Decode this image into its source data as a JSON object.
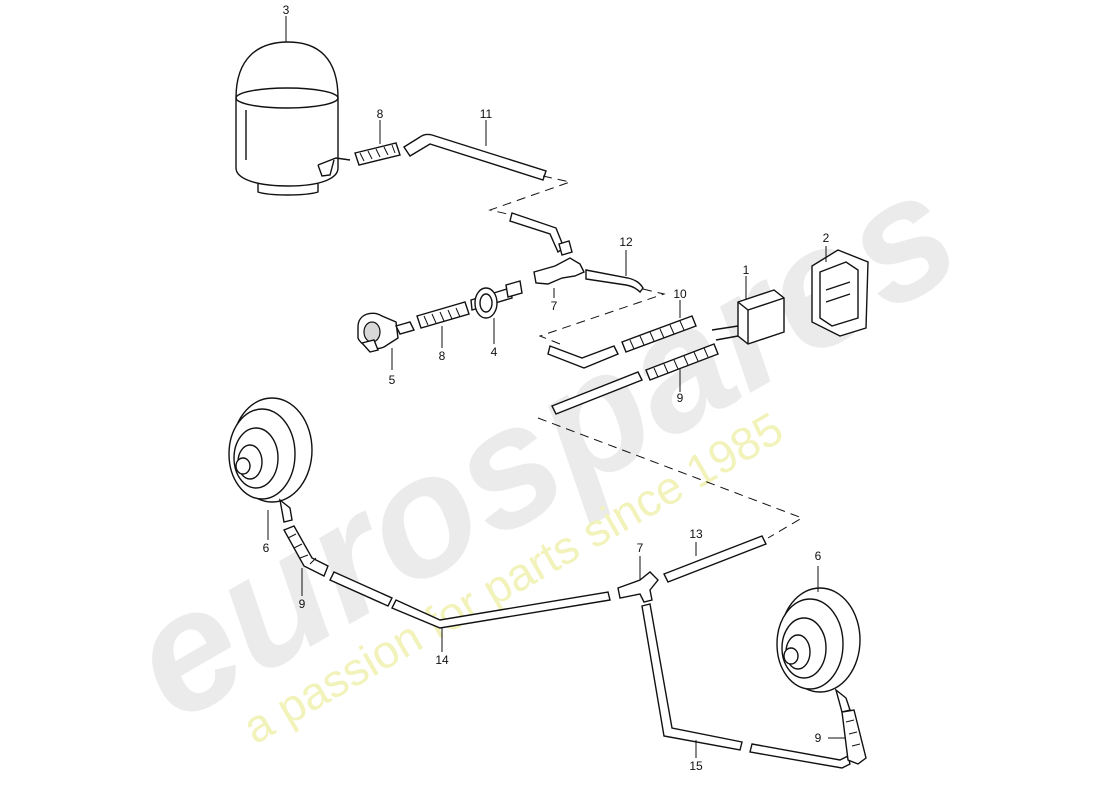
{
  "watermark": {
    "brand": "eurospares",
    "tagline": "a passion for parts since 1985"
  },
  "callouts": [
    {
      "id": "c-3",
      "label": "3"
    },
    {
      "id": "c-8a",
      "label": "8"
    },
    {
      "id": "c-11",
      "label": "11"
    },
    {
      "id": "c-12",
      "label": "12"
    },
    {
      "id": "c-2",
      "label": "2"
    },
    {
      "id": "c-1",
      "label": "1"
    },
    {
      "id": "c-10",
      "label": "10"
    },
    {
      "id": "c-7a",
      "label": "7"
    },
    {
      "id": "c-8b",
      "label": "8"
    },
    {
      "id": "c-4",
      "label": "4"
    },
    {
      "id": "c-5",
      "label": "5"
    },
    {
      "id": "c-9a",
      "label": "9"
    },
    {
      "id": "c-6a",
      "label": "6"
    },
    {
      "id": "c-9b",
      "label": "9"
    },
    {
      "id": "c-7b",
      "label": "7"
    },
    {
      "id": "c-13",
      "label": "13"
    },
    {
      "id": "c-14",
      "label": "14"
    },
    {
      "id": "c-6b",
      "label": "6"
    },
    {
      "id": "c-9c",
      "label": "9"
    },
    {
      "id": "c-15",
      "label": "15"
    }
  ]
}
